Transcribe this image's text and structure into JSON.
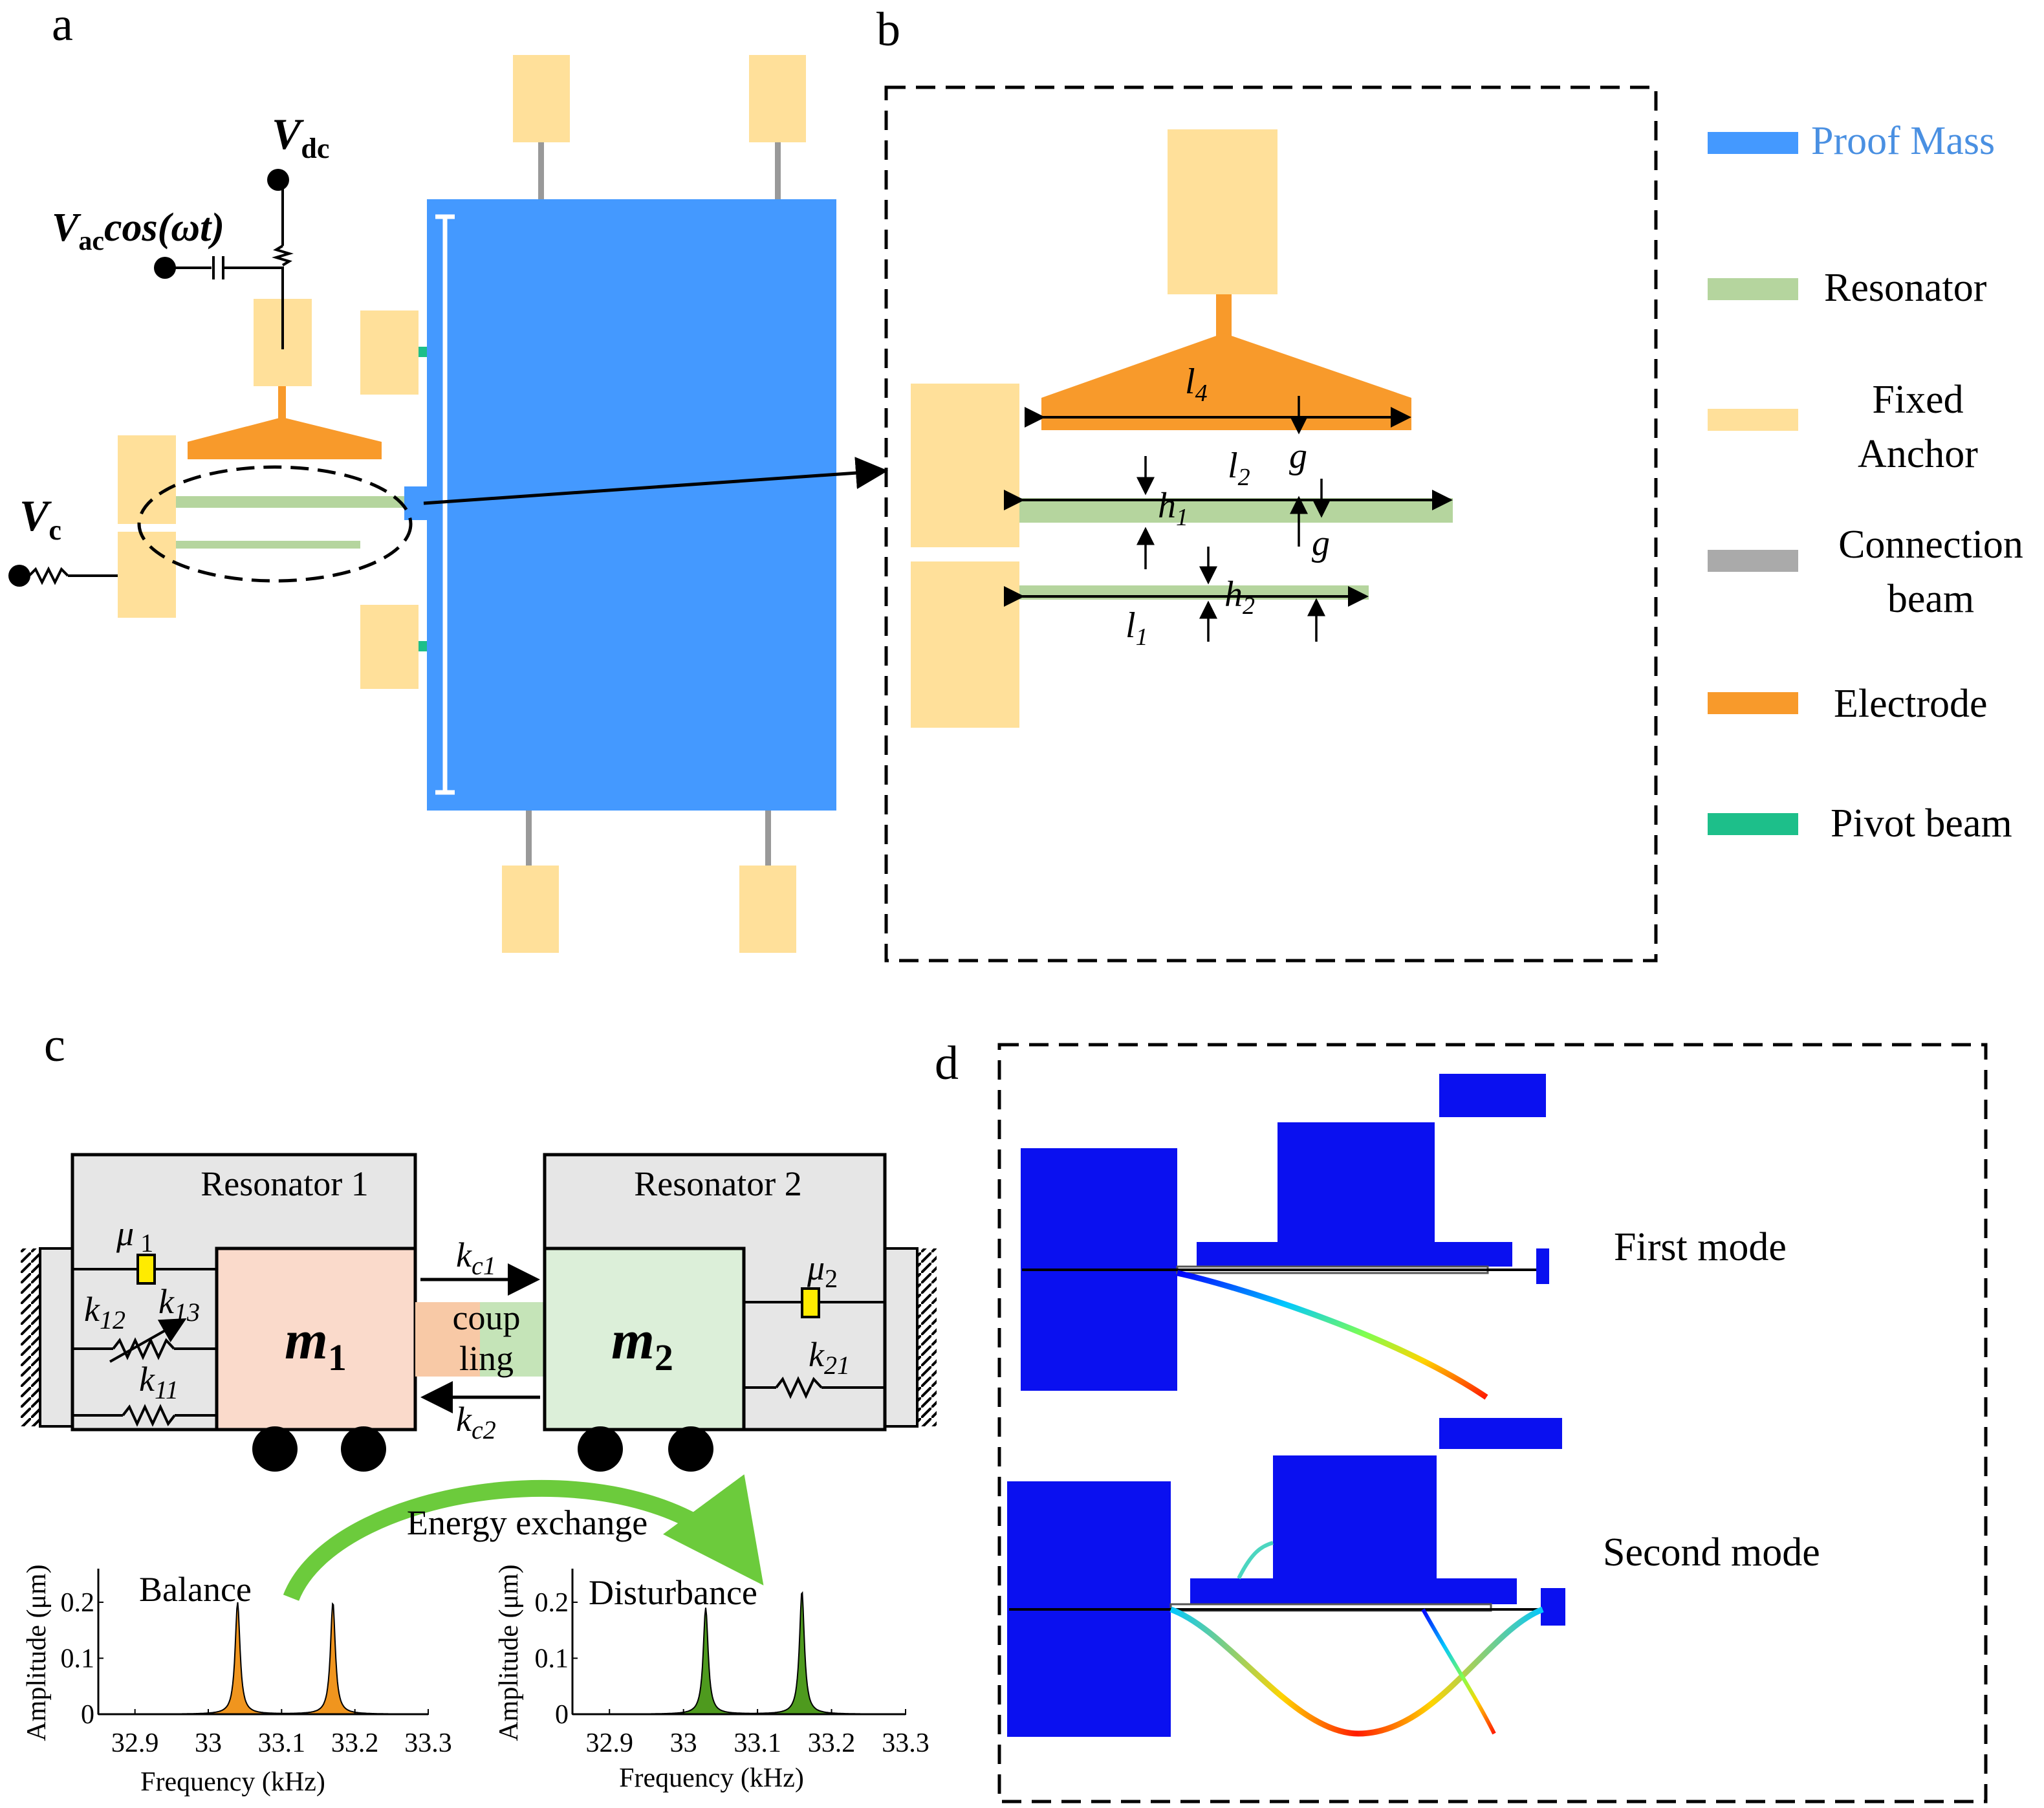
{
  "panels": {
    "a": "a",
    "b": "b",
    "c": "c",
    "d": "d"
  },
  "colors": {
    "proof_mass": "#4499FF",
    "resonator": "#B5D59E",
    "fixed_anchor": "#FFE09A",
    "connection_beam": "#999999",
    "electrode": "#F89A2B",
    "pivot_beam": "#1DBF8A",
    "mode_body": "#0A10F0",
    "resonator_box": "#E6E6E6",
    "mass1": "#FADACB",
    "mass2": "#DCEFD9",
    "spectrum_balance": "#F0951E",
    "spectrum_disturbance": "#4E9A1E",
    "arrow_green": "#6CCB3C"
  },
  "panel_a": {
    "v_dc": "V",
    "v_dc_sub": "dc",
    "v_ac": "V",
    "v_ac_sub": "ac",
    "v_ac_tail": "cos(ωt)",
    "v_c": "V",
    "v_c_sub": "c"
  },
  "panel_b": {
    "l4": "l",
    "l4_sub": "4",
    "g_top": "g",
    "l2": "l",
    "l2_sub": "2",
    "h1": "h",
    "h1_sub": "1",
    "g_bottom": "g",
    "h2": "h",
    "h2_sub": "2",
    "l1": "l",
    "l1_sub": "1"
  },
  "legend": {
    "proof_mass": "Proof Mass",
    "resonator": "Resonator",
    "fixed_anchor_1": "Fixed",
    "fixed_anchor_2": "Anchor",
    "connection_beam_1": "Connection",
    "connection_beam_2": "beam",
    "electrode": "Electrode",
    "pivot_beam": "Pivot beam"
  },
  "panel_c": {
    "resonator1": "Resonator 1",
    "resonator2": "Resonator 2",
    "mu1": "μ",
    "mu1_sub": "1",
    "mu2": "μ",
    "mu2_sub": "2",
    "k12": "k",
    "k12_sub": "12",
    "k13": "k",
    "k13_sub": "13",
    "k11": "k",
    "k11_sub": "11",
    "k21": "k",
    "k21_sub": "21",
    "m1": "m",
    "m1_sub": "1",
    "m2": "m",
    "m2_sub": "2",
    "kc1": "k",
    "kc1_sub": "c1",
    "kc2": "k",
    "kc2_sub": "c2",
    "coupling_1": "coup",
    "coupling_2": "ling",
    "energy_exchange": "Energy exchange"
  },
  "panel_d": {
    "first_mode": "First mode",
    "second_mode": "Second mode"
  },
  "chart_data": [
    {
      "type": "line",
      "title": "Balance",
      "xlabel": "Frequency  (kHz)",
      "ylabel": "Amplitude (μm)",
      "xlim": [
        32.85,
        33.3
      ],
      "ylim": [
        0,
        0.26
      ],
      "x_ticks": [
        "32.9",
        "33",
        "33.1",
        "33.2",
        "33.3"
      ],
      "y_ticks": [
        "0",
        "0.1",
        "0.2"
      ],
      "peaks": [
        {
          "x": 33.04,
          "y": 0.2
        },
        {
          "x": 33.17,
          "y": 0.2
        }
      ],
      "series": [
        {
          "values_note_color": "#F0951E"
        }
      ]
    },
    {
      "type": "line",
      "title": "Disturbance",
      "xlabel": "Frequency  (kHz)",
      "ylabel": "Amplitude (μm)",
      "xlim": [
        32.85,
        33.3
      ],
      "ylim": [
        0,
        0.26
      ],
      "x_ticks": [
        "32.9",
        "33",
        "33.1",
        "33.2",
        "33.3"
      ],
      "y_ticks": [
        "0",
        "0.1",
        "0.2"
      ],
      "peaks": [
        {
          "x": 33.03,
          "y": 0.19
        },
        {
          "x": 33.16,
          "y": 0.22
        }
      ],
      "series": [
        {
          "values_note_color": "#4E9A1E"
        }
      ]
    }
  ]
}
